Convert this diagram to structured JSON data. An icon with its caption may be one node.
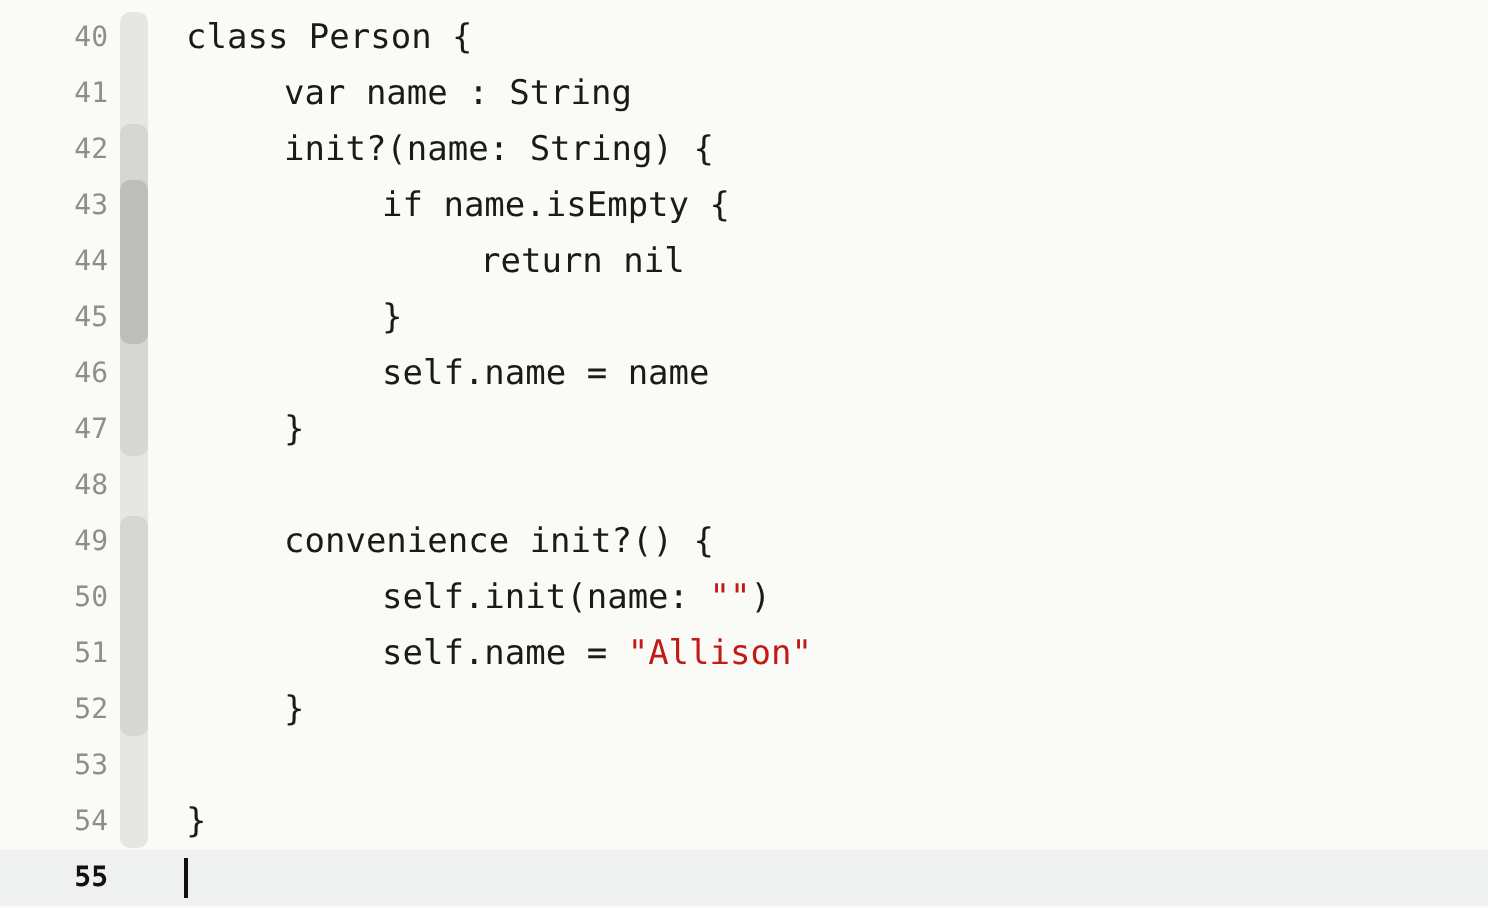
{
  "diagram": {
    "labels": [
      "40",
      "class Person {",
      "41",
      "var name : String",
      "42",
      "init?(name: String) {",
      "43",
      "if name.isEmpty {",
      "44",
      "return nil",
      "45",
      "}",
      "46",
      "self.name = name",
      "47",
      "}",
      "48",
      "49",
      "convenience init?() {",
      "50",
      "self.init(name: \"\")",
      "51",
      "self.name = \"Allison\"",
      "52",
      "}",
      "53",
      "54",
      "}",
      "55"
    ]
  }
}
